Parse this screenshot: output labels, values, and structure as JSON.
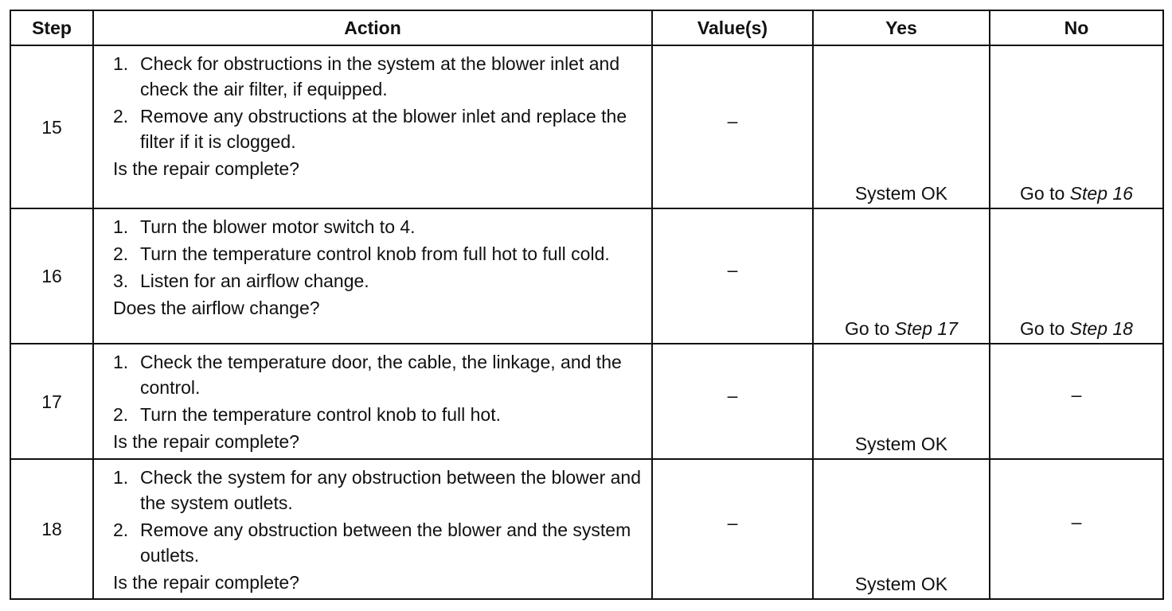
{
  "headers": {
    "step": "Step",
    "action": "Action",
    "values": "Value(s)",
    "yes": "Yes",
    "no": "No"
  },
  "rows": [
    {
      "step": "15",
      "items": [
        {
          "num": "1.",
          "text": "Check for obstructions in the system at the blower inlet and check the air filter, if equipped."
        },
        {
          "num": "2.",
          "text": "Remove any obstructions at the blower inlet and replace the filter if it is clogged."
        }
      ],
      "question": "Is the repair complete?",
      "value": "–",
      "yes": {
        "prefix": "System OK",
        "step": ""
      },
      "no": {
        "prefix": "Go to ",
        "step": "Step 16"
      }
    },
    {
      "step": "16",
      "items": [
        {
          "num": "1.",
          "text": "Turn the blower motor switch to 4."
        },
        {
          "num": "2.",
          "text": "Turn the temperature control knob from full hot to full cold."
        },
        {
          "num": "3.",
          "text": "Listen for an airflow change."
        }
      ],
      "question": "Does the airflow change?",
      "value": "–",
      "yes": {
        "prefix": "Go to ",
        "step": "Step 17"
      },
      "no": {
        "prefix": "Go to ",
        "step": "Step 18"
      }
    },
    {
      "step": "17",
      "items": [
        {
          "num": "1.",
          "text": "Check the temperature door, the cable, the linkage, and the control."
        },
        {
          "num": "2.",
          "text": "Turn the temperature control knob to full hot."
        }
      ],
      "question": "Is the repair complete?",
      "value": "–",
      "yes": {
        "prefix": "System OK",
        "step": ""
      },
      "no": {
        "prefix": "–",
        "step": ""
      }
    },
    {
      "step": "18",
      "items": [
        {
          "num": "1.",
          "text": "Check the system for any obstruction between the blower and the system outlets."
        },
        {
          "num": "2.",
          "text": "Remove any obstruction between the blower and the system outlets."
        }
      ],
      "question": "Is the repair complete?",
      "value": "–",
      "yes": {
        "prefix": "System OK",
        "step": ""
      },
      "no": {
        "prefix": "–",
        "step": ""
      }
    }
  ]
}
